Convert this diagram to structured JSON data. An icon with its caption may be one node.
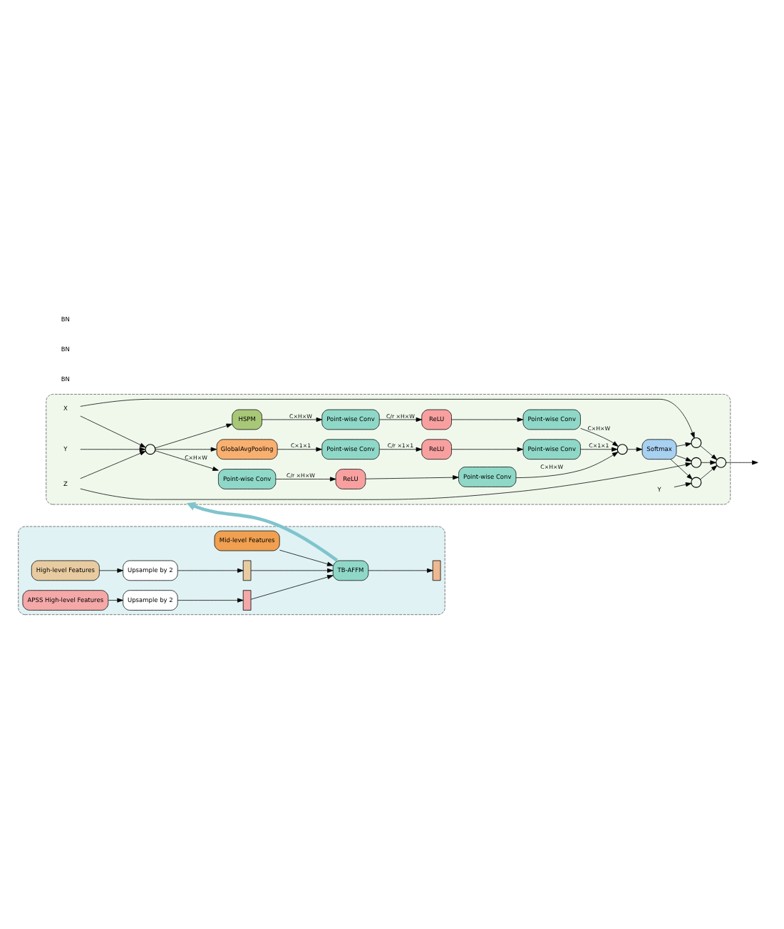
{
  "diagram": {
    "nodes": [
      {
        "text": [],
        "shape": "box"
      },
      {
        "text": [
          "Mid-level Features"
        ],
        "in": 0
      },
      {
        "text": [
          "High-level Features"
        ],
        "in": 0
      },
      {
        "text": [
          "Upsample by 2"
        ],
        "in": 0
      },
      {
        "text": [],
        "shape": "box",
        "in": 0
      },
      {
        "text": [
          "APSS High-level Features"
        ],
        "in": 0
      },
      {
        "text": [
          "Upsample by 2"
        ],
        "in": 0
      },
      {
        "text": [],
        "shape": "box",
        "in": 0
      },
      {
        "text": [
          "TB-AFFM"
        ],
        "in": 0
      },
      {
        "text": [],
        "shape": "box",
        "in": 0
      },
      {
        "text": [],
        "shape": "box"
      },
      {
        "text": [
          "X"
        ],
        "in": 10
      },
      {
        "text": [
          "Y"
        ],
        "in": 10
      },
      {
        "text": [
          "Z"
        ],
        "in": 10
      },
      {
        "text": [],
        "shape": "circle",
        "in": 10
      },
      {
        "text": [
          "GlobalAvgPooling"
        ],
        "in": 10
      },
      {
        "text": [
          "Point-wise Conv"
        ],
        "in": 10
      },
      {
        "text": [
          "ReLU"
        ],
        "in": 10
      },
      {
        "text": [
          "Point-wise Conv"
        ],
        "in": 10
      },
      {
        "text": [
          "HSPM"
        ],
        "in": 10
      },
      {
        "text": [
          "Point-wise Conv"
        ],
        "in": 10
      },
      {
        "text": [
          "ReLU"
        ],
        "in": 10
      },
      {
        "text": [
          "Point-wise Conv"
        ],
        "in": 10
      },
      {
        "text": [
          "Point-wise Conv"
        ],
        "in": 10
      },
      {
        "text": [
          "ReLU"
        ],
        "in": 10
      },
      {
        "text": [
          "Point-wise Conv"
        ],
        "in": 10
      },
      {
        "text": [],
        "shape": "circle",
        "in": 10
      },
      {
        "text": [
          "Softmax"
        ],
        "in": 10
      },
      {
        "text": [],
        "shape": "circle",
        "in": 10
      },
      {
        "text": [],
        "shape": "circle",
        "in": 10
      },
      {
        "text": [
          "Y"
        ],
        "in": 10
      },
      {
        "text": [],
        "shape": "circle",
        "in": 10
      },
      {
        "text": [],
        "shape": "circle",
        "in": 10
      }
    ],
    "edges": [
      {
        "from": 1,
        "to": 8,
        "arrow": "to"
      },
      {
        "from": 2,
        "to": 3,
        "arrow": "to"
      },
      {
        "from": 3,
        "to": 4,
        "arrow": "to"
      },
      {
        "from": 4,
        "to": 8,
        "arrow": "to"
      },
      {
        "from": 5,
        "to": 6,
        "arrow": "to"
      },
      {
        "from": 6,
        "to": 7,
        "arrow": "to"
      },
      {
        "from": 7,
        "to": 8,
        "arrow": "to"
      },
      {
        "from": 8,
        "to": 9,
        "arrow": "to"
      },
      {
        "from": 8,
        "to": 10,
        "arrow": "to",
        "style": "thick",
        "color": "#7fc4cc"
      },
      {
        "from": 11,
        "to": 28,
        "arrow": "to"
      },
      {
        "from": 11,
        "to": 14,
        "arrow": "to"
      },
      {
        "from": 12,
        "to": 14,
        "arrow": "to"
      },
      {
        "from": 13,
        "to": 14,
        "arrow": "to"
      },
      {
        "from": 13,
        "to": 32,
        "arrow": "to"
      },
      {
        "from": 14,
        "to": 15,
        "arrow": "to"
      },
      {
        "from": 14,
        "to": 19,
        "arrow": "to"
      },
      {
        "from": 14,
        "to": 23,
        "arrow": "to",
        "label": "C×H×W"
      },
      {
        "from": 15,
        "to": 16,
        "arrow": "to",
        "label": "C×1×1"
      },
      {
        "from": 16,
        "to": 17,
        "arrow": "to",
        "label": "C/r ×1×1"
      },
      {
        "from": 17,
        "to": 18,
        "arrow": "to"
      },
      {
        "from": 18,
        "to": 26,
        "arrow": "to",
        "label": "C×1×1"
      },
      {
        "from": 19,
        "to": 20,
        "arrow": "to",
        "label": "C×H×W"
      },
      {
        "from": 20,
        "to": 21,
        "arrow": "to",
        "label": "C/r ×H×W"
      },
      {
        "from": 21,
        "to": 22,
        "arrow": "to"
      },
      {
        "from": 22,
        "to": 26,
        "arrow": "to",
        "label": "C×H×W"
      },
      {
        "from": 23,
        "to": 24,
        "arrow": "to",
        "label": "C/r ×H×W"
      },
      {
        "from": 24,
        "to": 25,
        "arrow": "to"
      },
      {
        "from": 25,
        "to": 26,
        "arrow": "to",
        "label": "C×H×W"
      },
      {
        "from": 26,
        "to": 27,
        "arrow": "to"
      },
      {
        "from": 27,
        "to": 28,
        "arrow": "to"
      },
      {
        "from": 27,
        "to": 29,
        "arrow": "to"
      },
      {
        "from": 27,
        "to": 32,
        "arrow": "to"
      },
      {
        "from": 30,
        "to": 29,
        "arrow": "to"
      },
      {
        "from": 28,
        "to": 31,
        "arrow": "to"
      },
      {
        "from": 29,
        "to": 31,
        "arrow": "to"
      },
      {
        "from": 32,
        "to": 31,
        "arrow": "to"
      },
      {
        "from": 31,
        "to": null,
        "arrow": "to"
      }
    ],
    "labels": [
      "BN",
      "BN",
      "BN"
    ]
  }
}
